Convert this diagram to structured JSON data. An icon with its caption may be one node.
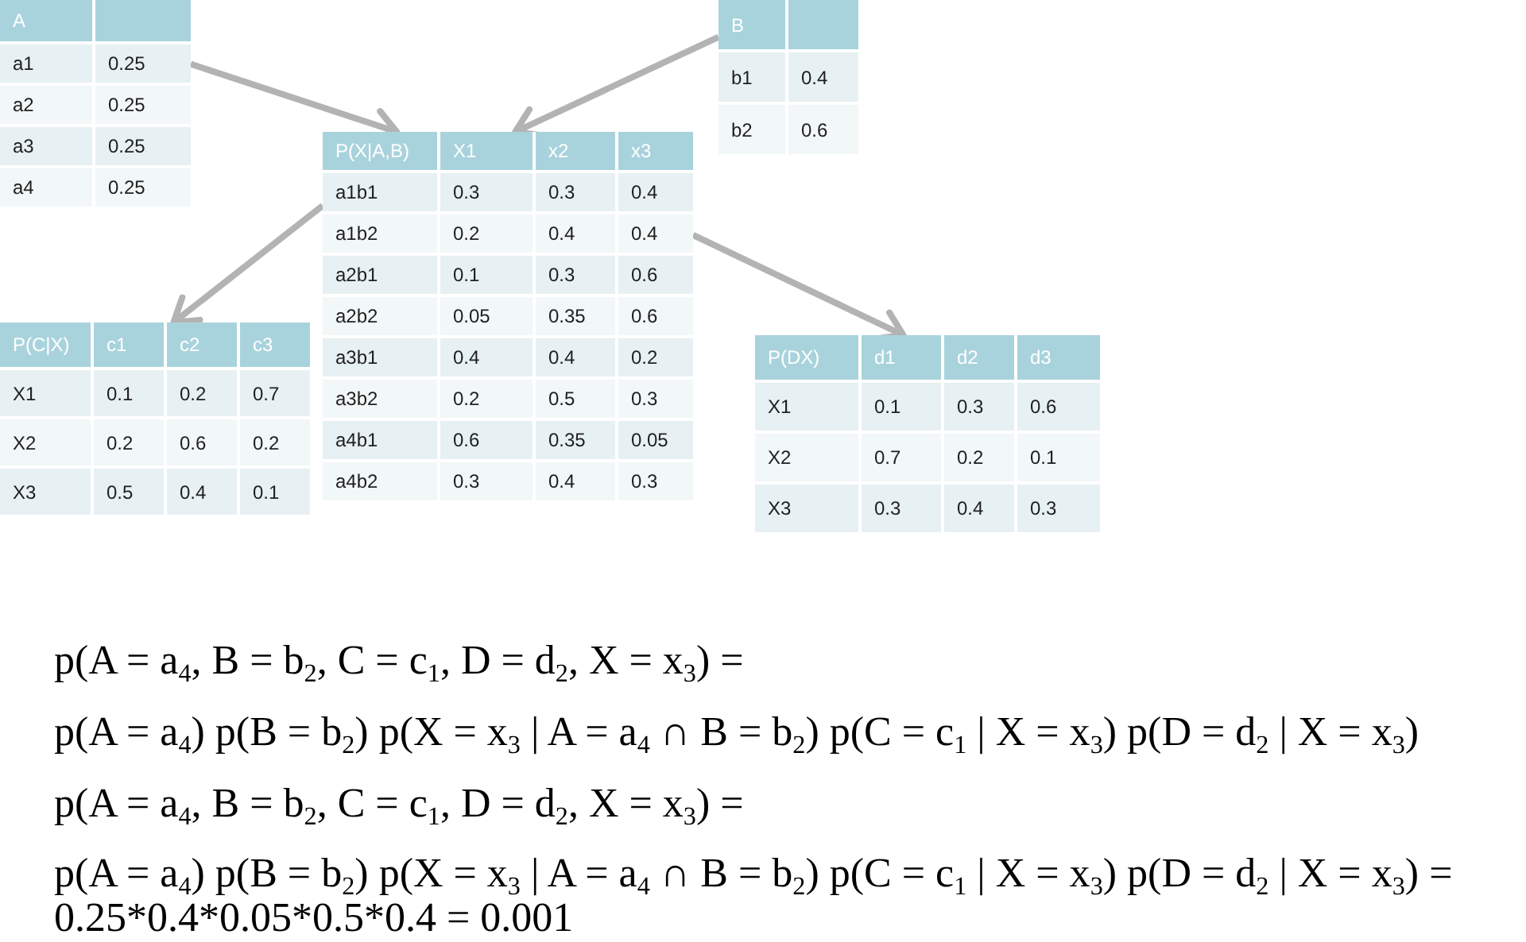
{
  "diagram": {
    "nodes": [
      {
        "text": [
          "A",
          "a1",
          "0.25",
          "a2",
          "0.25",
          "a3",
          "0.25",
          "a4",
          "0.25"
        ]
      },
      {
        "text": [
          "B",
          "b1",
          "0.4",
          "b2",
          "0.6"
        ]
      },
      {
        "text": [
          "P(X|A,B)",
          "X1",
          "x2",
          "x3",
          "a1b1",
          "0.3",
          "0.3",
          "0.4",
          "a1b2",
          "0.2",
          "0.4",
          "0.4",
          "a2b1",
          "0.1",
          "0.3",
          "0.6",
          "a2b2",
          "0.05",
          "0.35",
          "0.6",
          "a3b1",
          "0.4",
          "0.4",
          "0.2",
          "a3b2",
          "0.2",
          "0.5",
          "0.3",
          "a4b1",
          "0.6",
          "0.35",
          "0.05",
          "a4b2",
          "0.3",
          "0.4",
          "0.3"
        ]
      },
      {
        "text": [
          "P(C|X)",
          "c1",
          "c2",
          "c3",
          "X1",
          "0.1",
          "0.2",
          "0.7",
          "X2",
          "0.2",
          "0.6",
          "0.2",
          "X3",
          "0.5",
          "0.4",
          "0.1"
        ]
      },
      {
        "text": [
          "P(DX)",
          "d1",
          "d2",
          "d3",
          "X1",
          "0.1",
          "0.3",
          "0.6",
          "X2",
          "0.7",
          "0.2",
          "0.1",
          "X3",
          "0.3",
          "0.4",
          "0.3"
        ]
      }
    ],
    "edges": [
      {
        "from": 0,
        "to": 2,
        "arrow": "to"
      },
      {
        "from": 1,
        "to": 2,
        "arrow": "to"
      },
      {
        "from": 2,
        "to": 3,
        "arrow": "to"
      },
      {
        "from": 2,
        "to": 4,
        "arrow": "to"
      }
    ],
    "labels": [
      "p(A = a$_{4}$, B = b$_{2}$, C = c$_{1}$, D = d$_{2}$, X = x$_{3}$) =",
      "p(A = a$_{4}$) p(B = b$_{2}$) p(X = x$_{3}$ | A = a$_{4}$ ∩ B = b$_{2}$) p(C = c$_{1}$ | X = x$_{3}$) p(D = d$_{2}$ | X = x$_{3}$)",
      "p(A = a$_{4}$, B = b$_{2}$, C = c$_{1}$, D = d$_{2}$, X = x$_{3}$) =",
      "p(A = a$_{4}$) p(B = b$_{2}$) p(X = x$_{3}$ | A = a$_{4}$ ∩ B = b$_{2}$) p(C = c$_{1}$ | X = x$_{3}$) p(D = d$_{2}$ | X = x$_{3}$) =",
      "0.25*0.4*0.05*0.5*0.4 = 0.001"
    ]
  }
}
